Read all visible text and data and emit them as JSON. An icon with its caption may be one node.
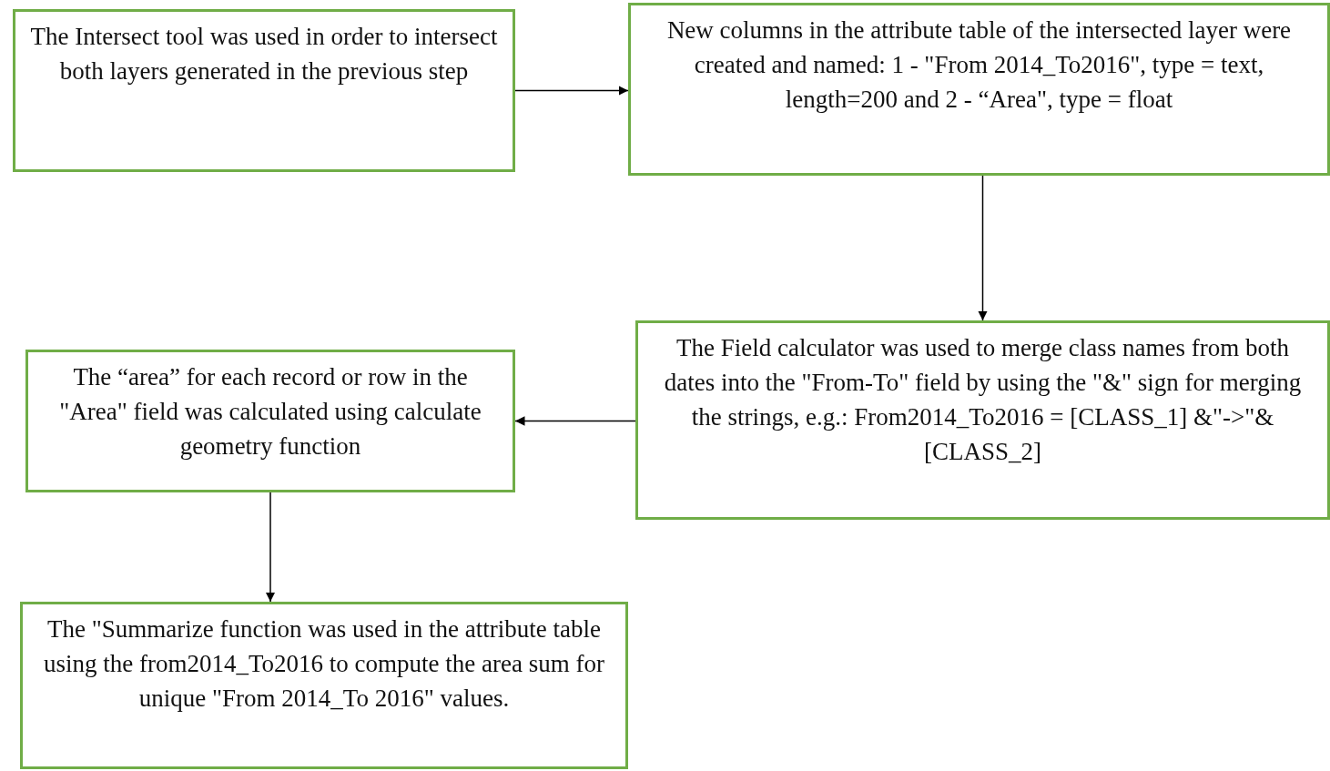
{
  "diagram": {
    "nodes": [
      {
        "text": [
          "The Intersect tool was used in order to intersect both layers generated in the previous step"
        ]
      },
      {
        "text": [
          "New columns in the attribute table of the intersected layer were created and named: 1 - \"From 2014_To2016\", type = text, length=200 and 2 - “Area\", type = float"
        ]
      },
      {
        "text": [
          "The Field calculator was used to merge class names from both dates into the \"From-To\" field by using the \"&\" sign for merging the strings, e.g.: From2014_To2016 = [CLASS_1] &\"->\"& [CLASS_2]"
        ]
      },
      {
        "text": [
          "The “area” for each record or row in the \"Area\" field was calculated using calculate geometry function"
        ]
      },
      {
        "text": [
          "The \"Summarize function was used in the attribute table using the from2014_To2016 to compute the area sum for unique \"From 2014_To 2016\" values."
        ]
      }
    ],
    "edges": [
      {
        "from": 0,
        "to": 1,
        "arrow": "to"
      },
      {
        "from": 1,
        "to": 2,
        "arrow": "to"
      },
      {
        "from": 2,
        "to": 3,
        "arrow": "to"
      },
      {
        "from": 3,
        "to": 4,
        "arrow": "to"
      }
    ]
  }
}
